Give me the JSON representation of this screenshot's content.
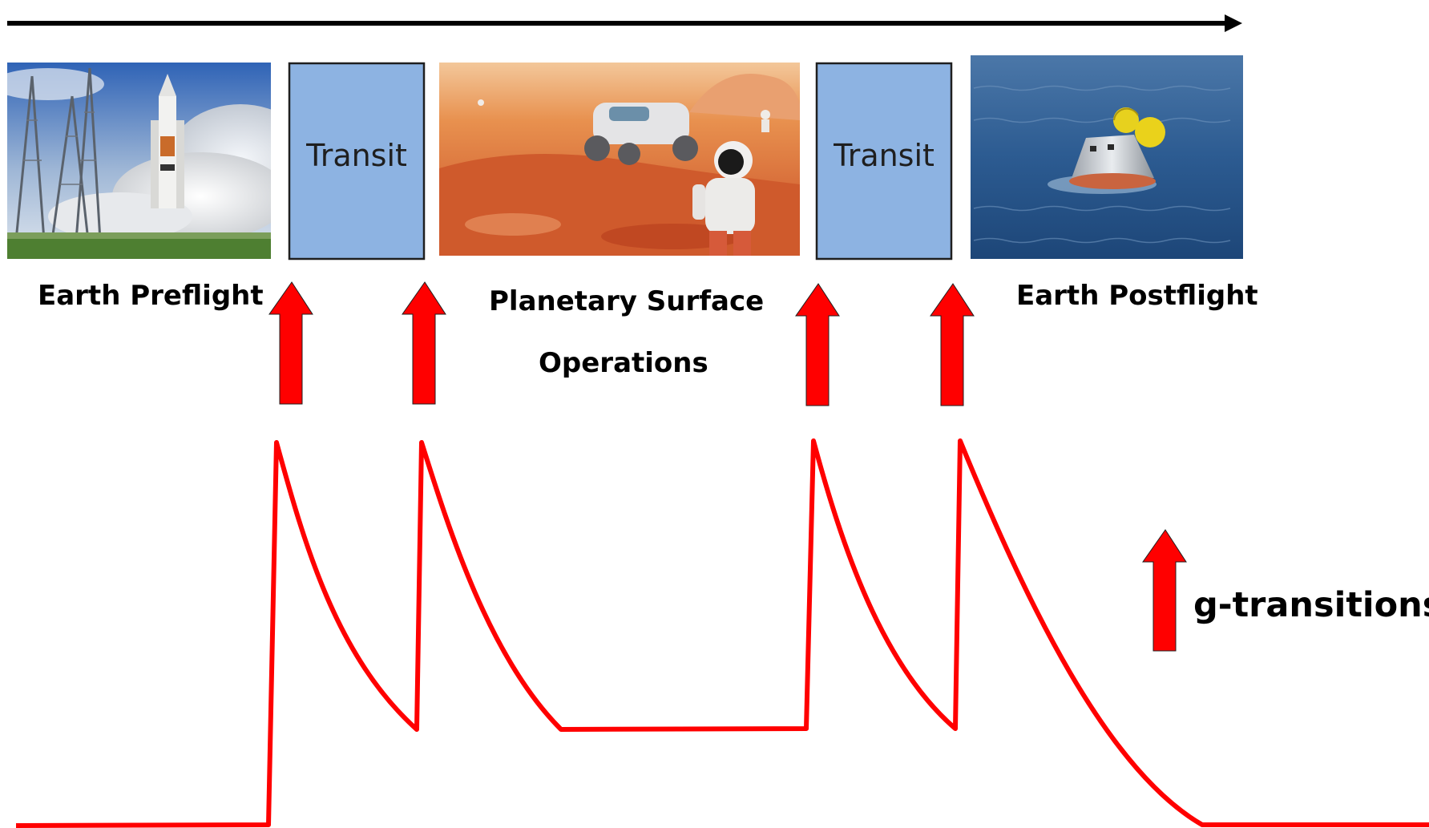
{
  "panels": {
    "earth_preflight": {
      "caption": "Earth Preflight",
      "picture": "rocket-launch"
    },
    "transit_1": {
      "label": "Transit"
    },
    "planetary_surface": {
      "caption_line1": "Planetary Surface",
      "caption_line2": "Operations",
      "picture": "mars-rover-astronaut"
    },
    "transit_2": {
      "label": "Transit"
    },
    "earth_postflight": {
      "caption": "Earth Postflight",
      "picture": "capsule-splashdown"
    }
  },
  "legend": {
    "label": "g-transitions",
    "icon": "red-up-arrow"
  },
  "timeline": {
    "icon": "right-arrow"
  },
  "colors": {
    "arrow_red": "#ff0000",
    "transit_fill": "#8db3e2",
    "trace_red": "#ff0000"
  }
}
